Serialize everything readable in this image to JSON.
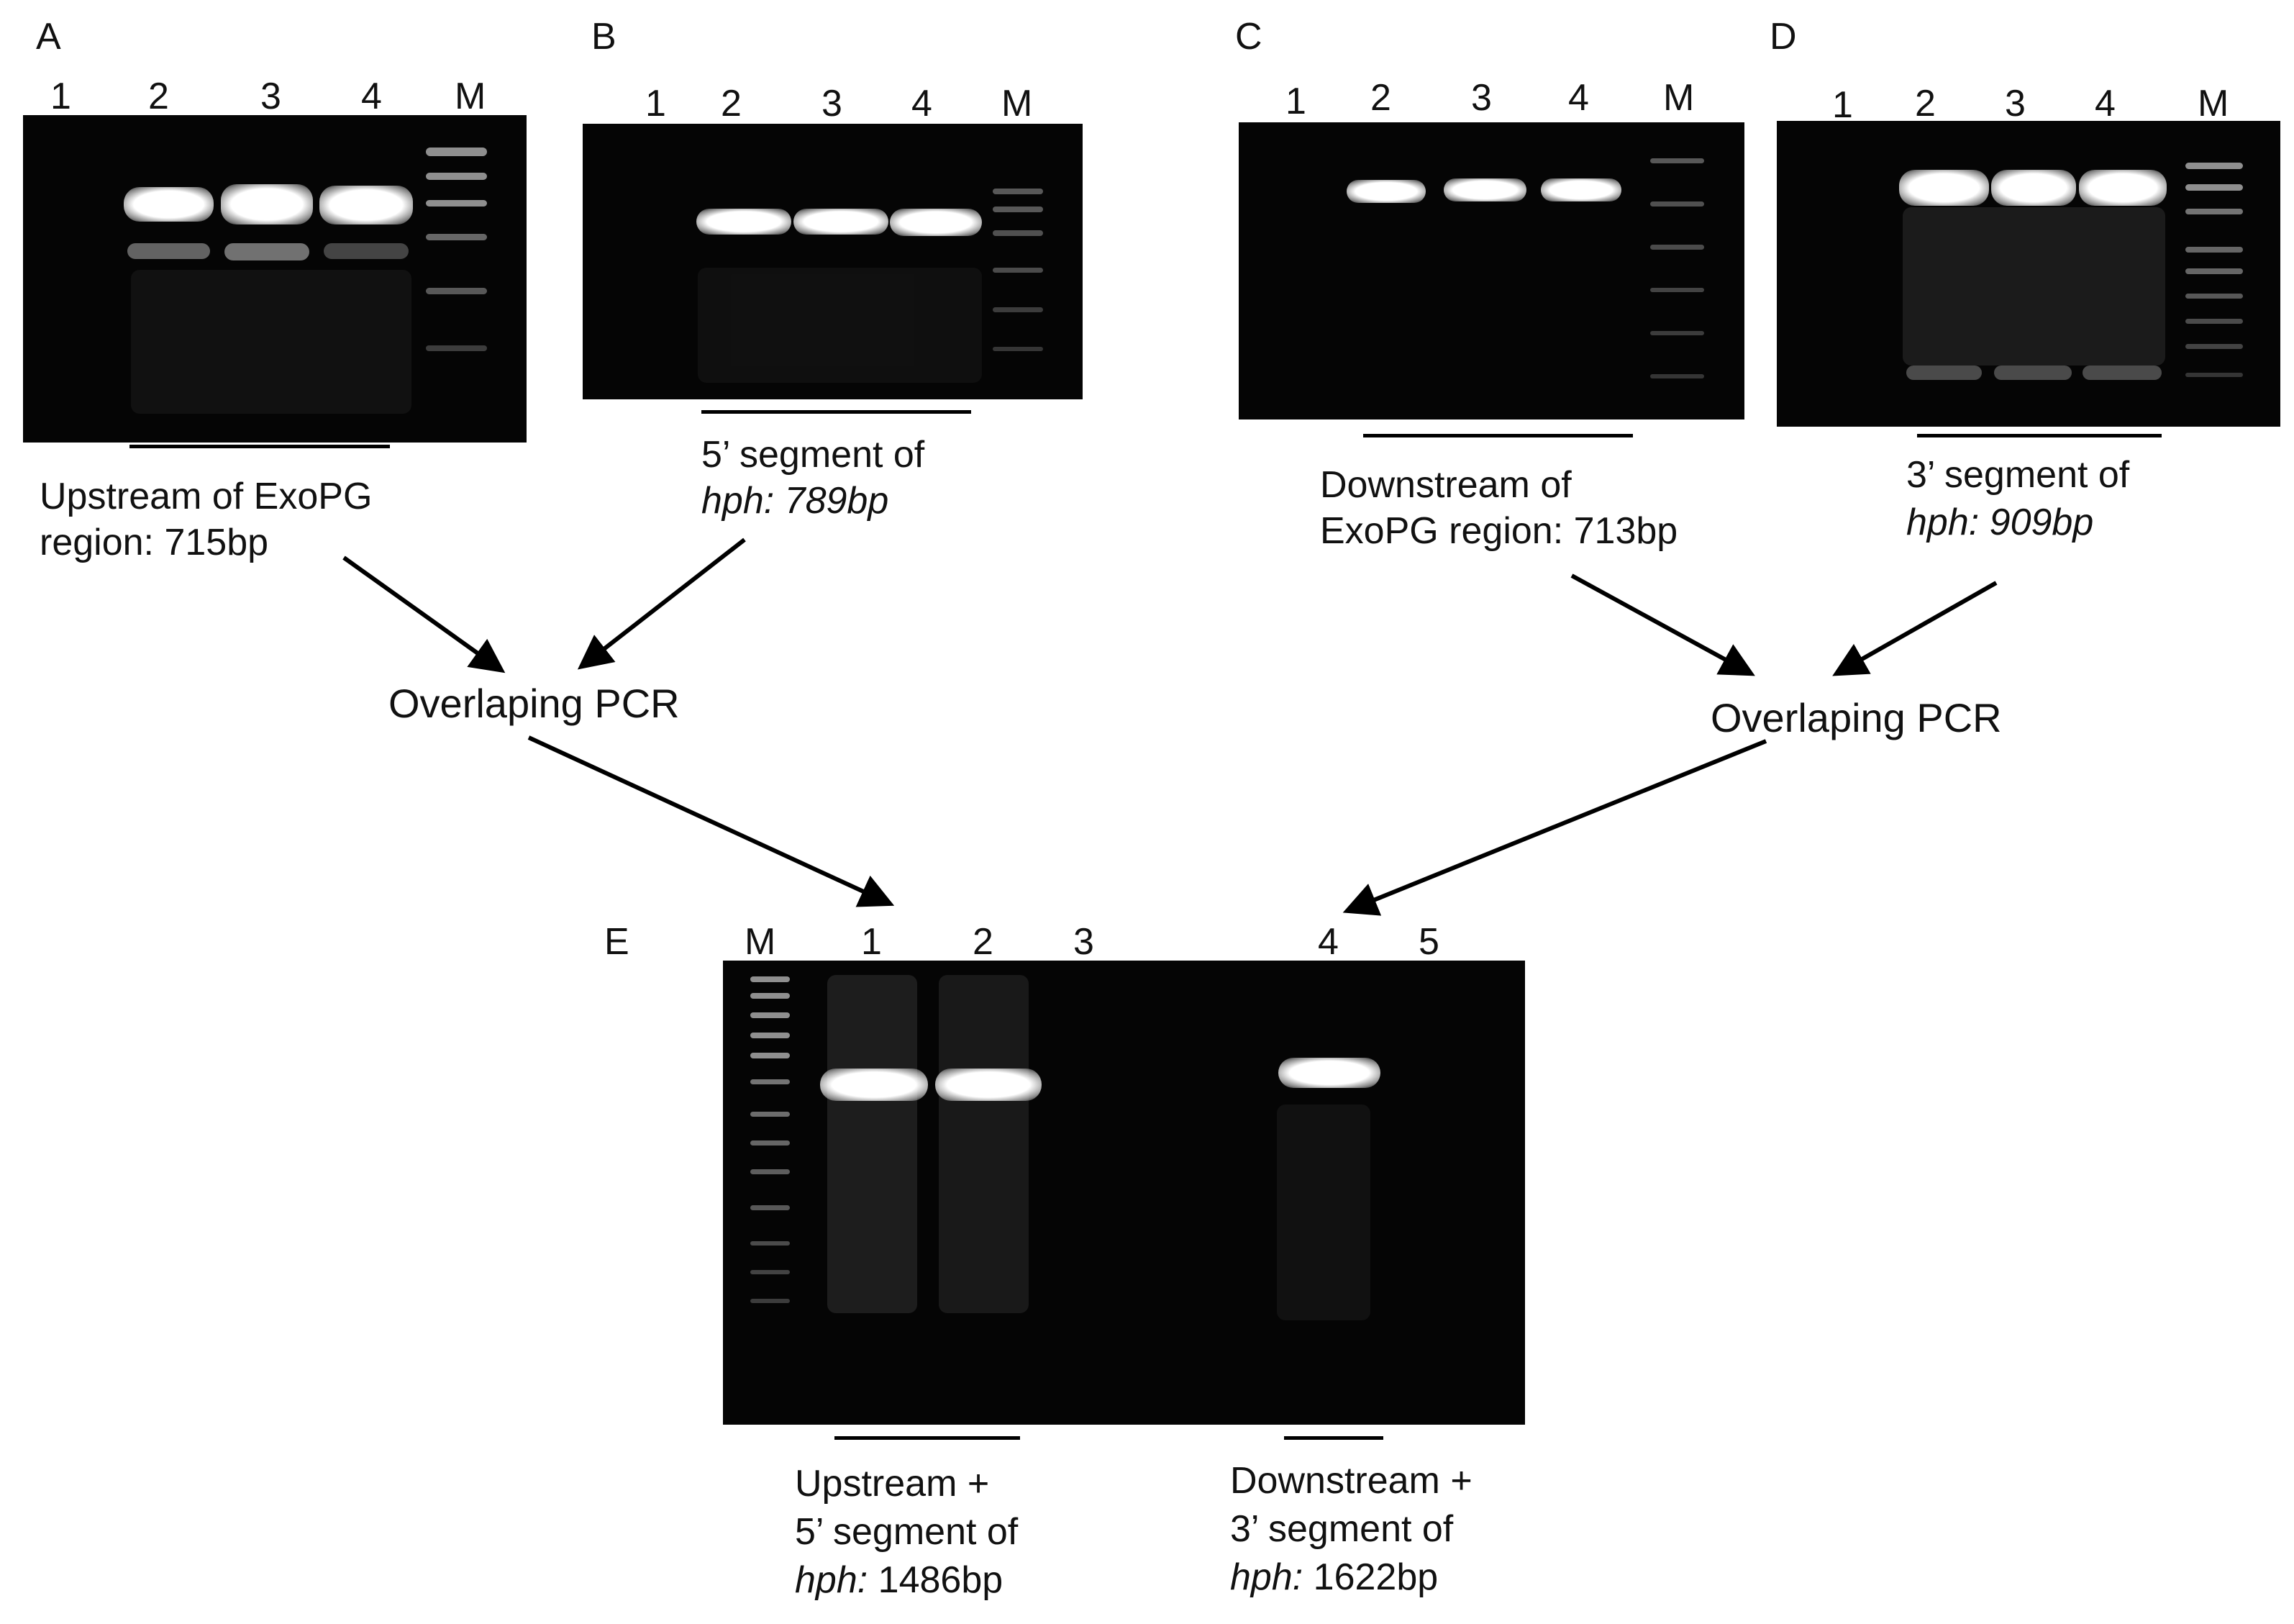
{
  "panels": {
    "A": {
      "letter": "A",
      "lanes": [
        "1",
        "2",
        "3",
        "4",
        "M"
      ],
      "caption_lines": [
        "Upstream of ExoPG",
        "region: 715bp"
      ]
    },
    "B": {
      "letter": "B",
      "lanes": [
        "1",
        "2",
        "3",
        "4",
        "M"
      ],
      "caption_line1": "5’ segment of",
      "caption_italic": "hph: 789bp"
    },
    "C": {
      "letter": "C",
      "lanes": [
        "1",
        "2",
        "3",
        "4",
        "M"
      ],
      "caption_lines": [
        "Downstream of",
        "ExoPG region: 713bp"
      ]
    },
    "D": {
      "letter": "D",
      "lanes": [
        "1",
        "2",
        "3",
        "4",
        "M"
      ],
      "caption_line1": "3’ segment of",
      "caption_italic": "hph: 909bp"
    },
    "E": {
      "letter": "E",
      "lanes": [
        "M",
        "1",
        "2",
        "3",
        "4",
        "5"
      ],
      "left_caption": {
        "line1": "Upstream +",
        "line2": "5’ segment of",
        "italic": "hph:",
        "rest": " 1486bp"
      },
      "right_caption": {
        "line1": "Downstream +",
        "line2": "3’ segment of",
        "italic": "hph:",
        "rest": " 1622bp"
      }
    }
  },
  "pcr_labels": {
    "left": "Overlaping PCR",
    "right": "Overlaping PCR"
  },
  "colors": {
    "gel_background": "#050505",
    "band": "#ffffff",
    "arrow": "#000000"
  }
}
